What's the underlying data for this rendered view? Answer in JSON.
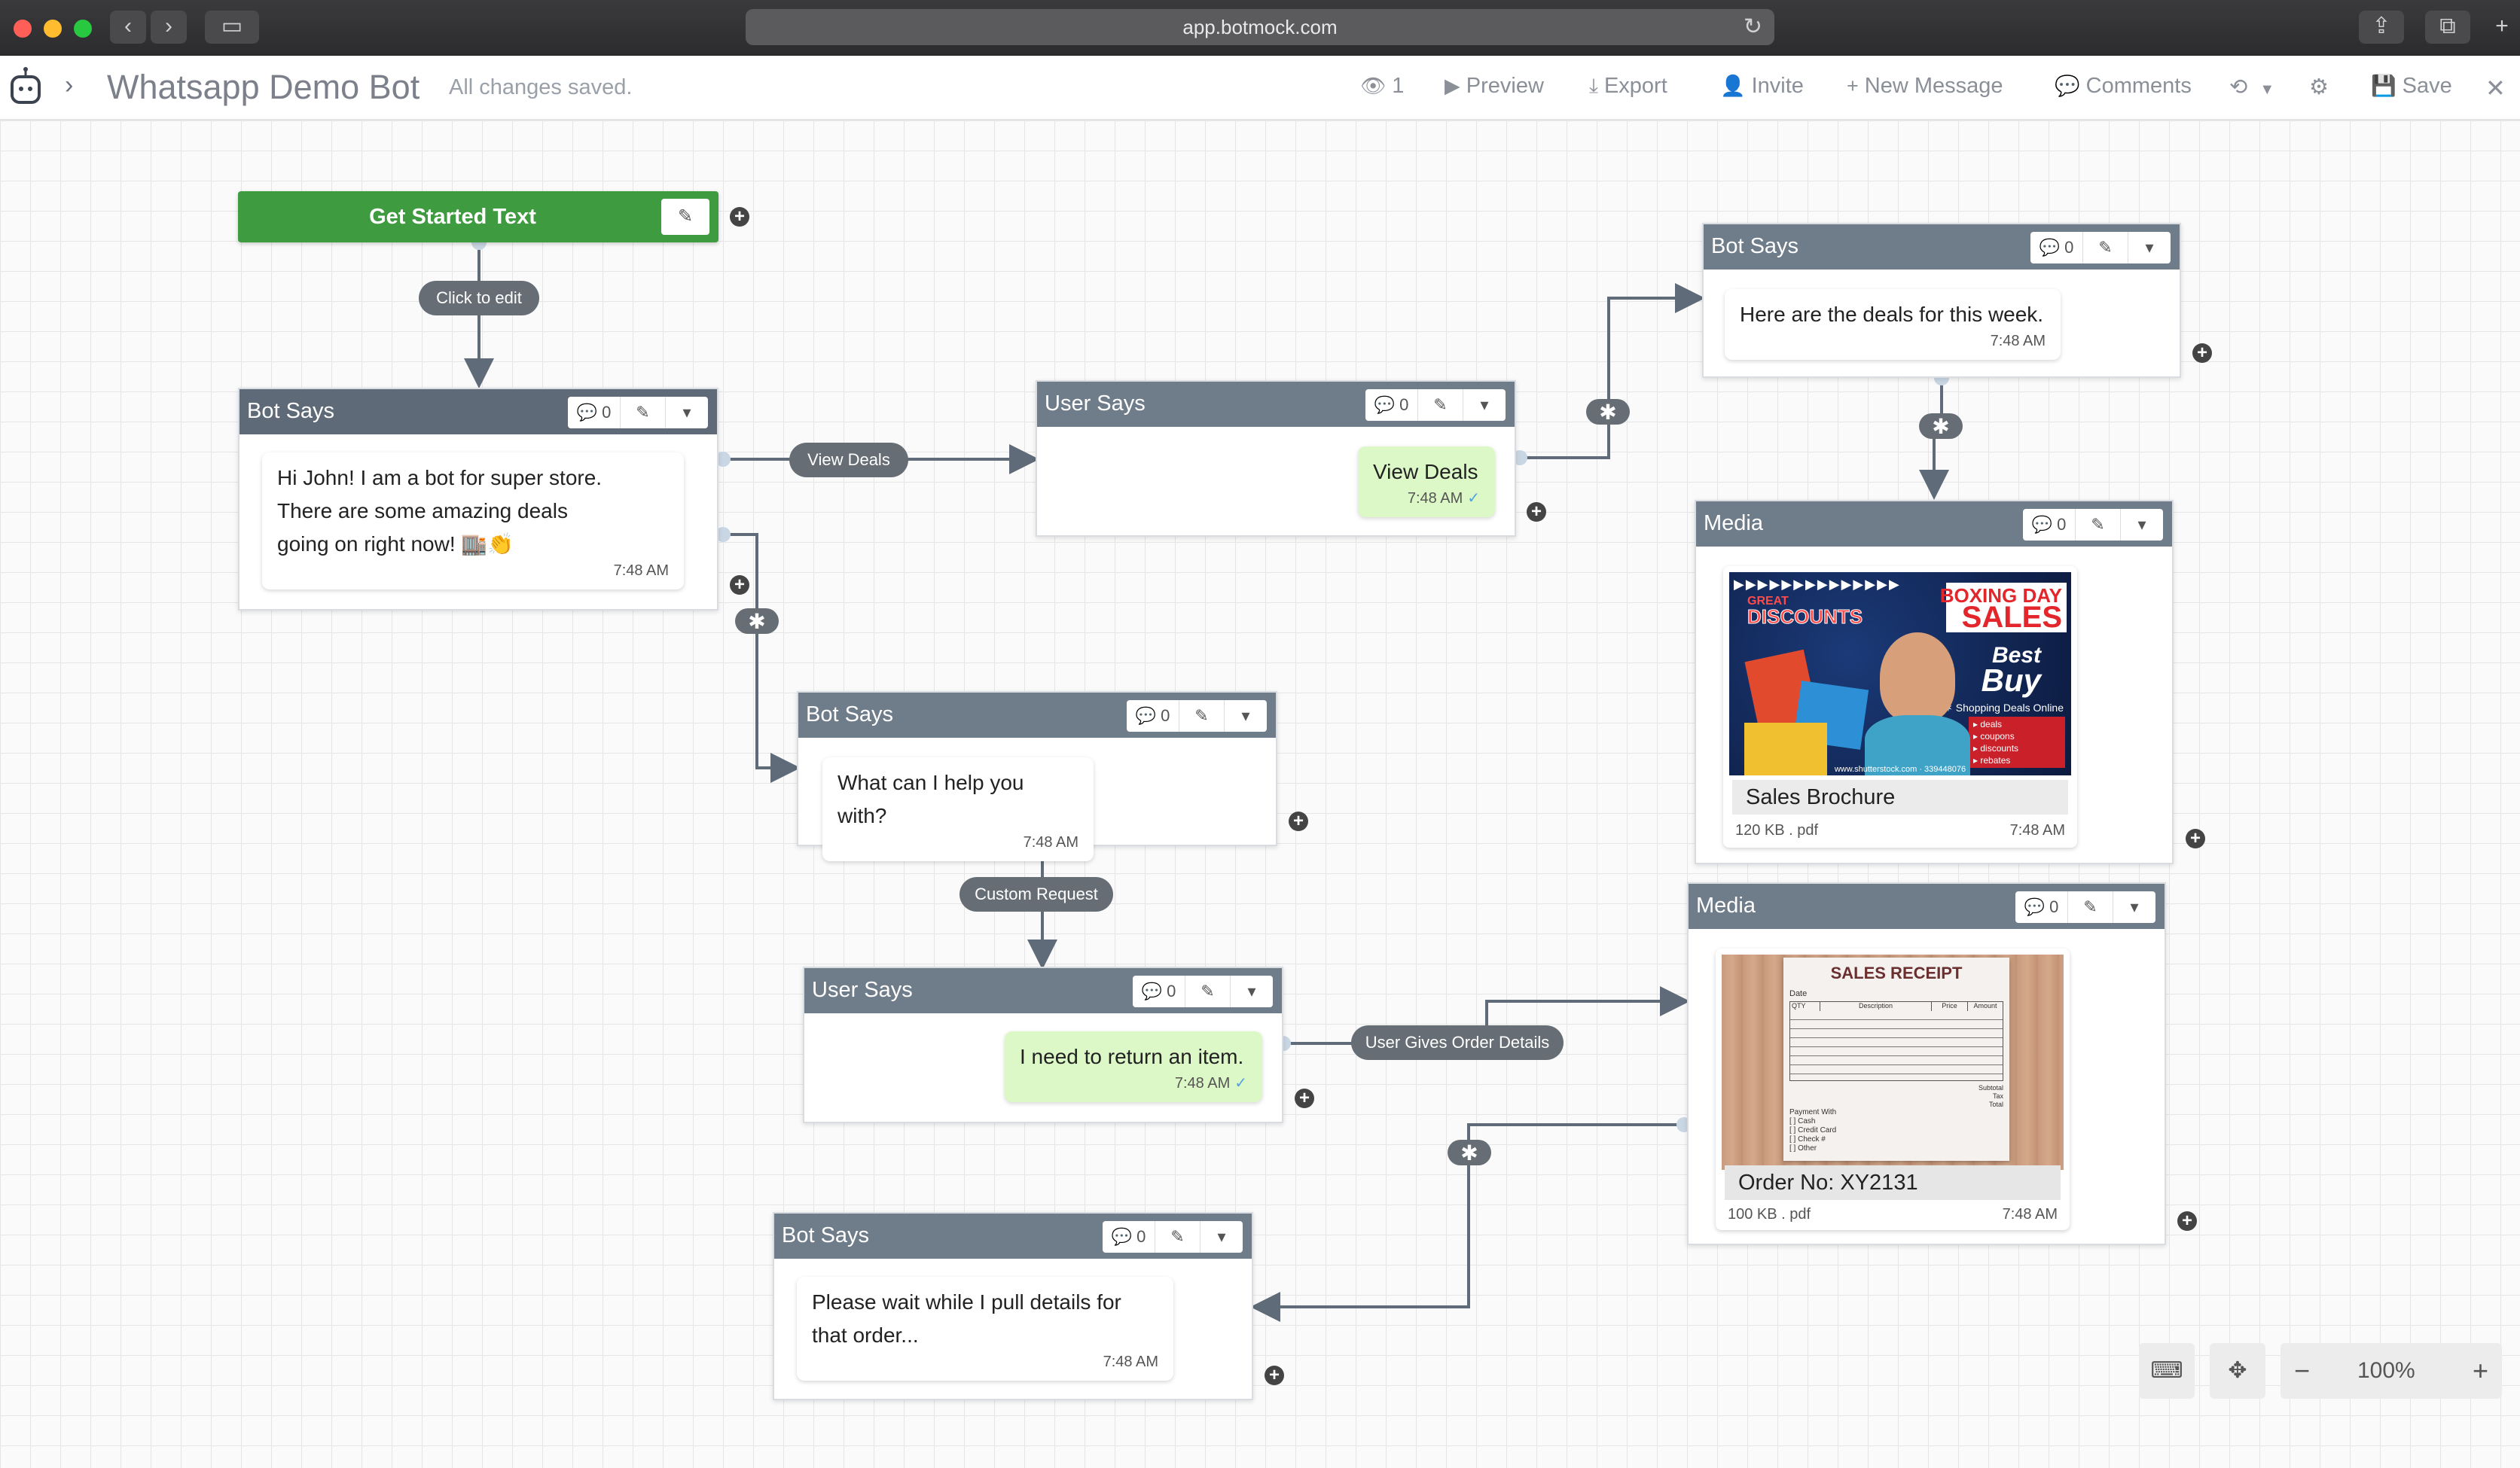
{
  "browser": {
    "url": "app.botmock.com"
  },
  "header": {
    "title": "Whatsapp Demo Bot",
    "status": "All changes saved.",
    "viewers": "1",
    "preview": "Preview",
    "export": "Export",
    "invite": "Invite",
    "new_message": "New Message",
    "comments": "Comments",
    "save": "Save"
  },
  "flow": {
    "start": {
      "label": "Get Started Text"
    },
    "labels": {
      "click_to_edit": "Click to edit",
      "view_deals": "View Deals",
      "custom_request": "Custom Request",
      "user_gives_order": "User Gives Order Details",
      "star": "✱"
    },
    "nodes": [
      {
        "header": "Bot Says",
        "comments": "0",
        "lines": [
          "Hi John! I am a bot for super store.",
          "There are some amazing deals",
          "going on right now! 🏬👏"
        ],
        "time": "7:48 AM"
      },
      {
        "header": "User Says",
        "comments": "0",
        "text": "View Deals",
        "time": "7:48 AM"
      },
      {
        "header": "Bot Says",
        "comments": "0",
        "text": "Here are the deals for this week.",
        "time": "7:48 AM"
      },
      {
        "header": "Media",
        "comments": "0",
        "caption": "Sales Brochure",
        "size": "120 KB . pdf",
        "time": "7:48 AM"
      },
      {
        "header": "Bot Says",
        "comments": "0",
        "text": "What can I help you with?",
        "time": "7:48 AM"
      },
      {
        "header": "User Says",
        "comments": "0",
        "text": "I need to return an item.",
        "time": "7:48 AM"
      },
      {
        "header": "Media",
        "comments": "0",
        "caption": "Order No: XY2131",
        "size": "100 KB . pdf",
        "time": "7:48 AM"
      },
      {
        "header": "Bot Says",
        "comments": "0",
        "lines": [
          "Please wait while I pull details for",
          "that order..."
        ],
        "time": "7:48 AM"
      }
    ],
    "brochure": {
      "great": "GREAT",
      "discounts": "DISCOUNTS",
      "boxing": "BOXING DAY",
      "sales": "SALES",
      "best": "Best",
      "buy": "Buy",
      "shopping": "✶ Shopping Deals Online",
      "list": [
        "▸ deals",
        "▸ coupons",
        "▸ discounts",
        "▸ rebates"
      ],
      "watermark": "www.shutterstock.com · 339448076"
    },
    "receipt": {
      "title": "SALES RECEIPT",
      "date": "Date",
      "cols": [
        "QTY",
        "Description",
        "Price",
        "Amount"
      ],
      "totals": [
        "Subtotal",
        "Tax",
        "Total"
      ],
      "payment": [
        "Payment With",
        "[ ] Cash",
        "[ ] Credit Card",
        "[ ] Check #",
        "[ ] Other"
      ]
    }
  },
  "zoom": {
    "level": "100%"
  }
}
